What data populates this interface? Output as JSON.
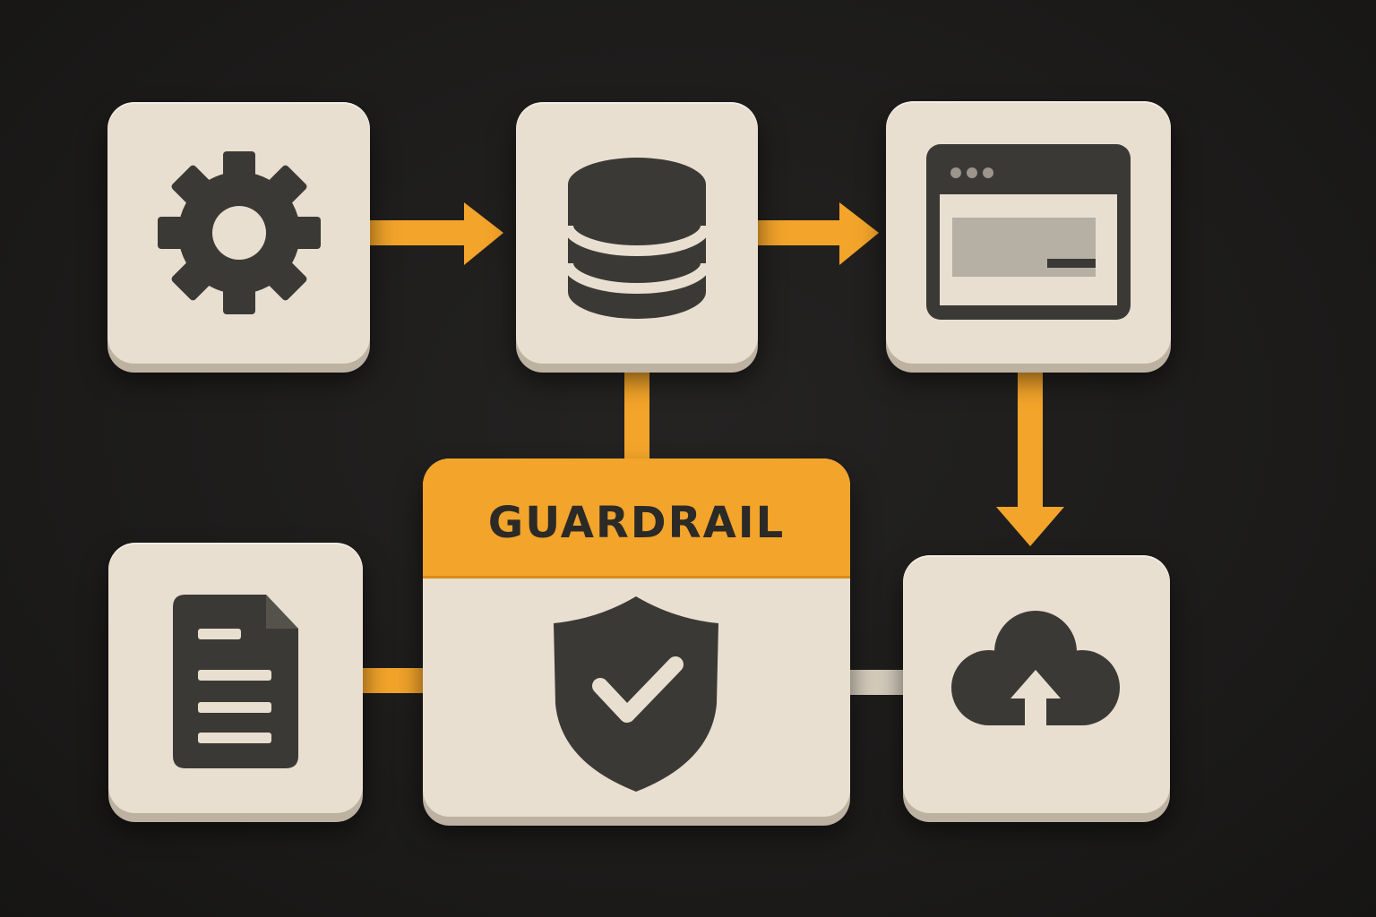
{
  "diagram": {
    "guardrail": {
      "title": "GUARDRAIL",
      "icon": "shield-check-icon"
    },
    "nodes": [
      {
        "id": "settings",
        "icon": "gear-icon"
      },
      {
        "id": "database",
        "icon": "database-icon"
      },
      {
        "id": "webapp",
        "icon": "browser-window-icon"
      },
      {
        "id": "document",
        "icon": "document-icon"
      },
      {
        "id": "cloud",
        "icon": "cloud-upload-icon"
      }
    ],
    "edges": [
      {
        "from": "settings",
        "to": "database",
        "arrow": true
      },
      {
        "from": "database",
        "to": "webapp",
        "arrow": true
      },
      {
        "from": "webapp",
        "to": "cloud",
        "arrow": true
      },
      {
        "from": "database",
        "to": "guardrail",
        "arrow": false
      },
      {
        "from": "document",
        "to": "guardrail",
        "arrow": false
      },
      {
        "from": "guardrail",
        "to": "cloud",
        "arrow": false
      }
    ],
    "colors": {
      "background": "#1d1c1b",
      "tile": "#e8dfd0",
      "accent": "#f3a42a",
      "icon": "#3b3935",
      "neutral_connector": "#d6cdbd"
    }
  }
}
